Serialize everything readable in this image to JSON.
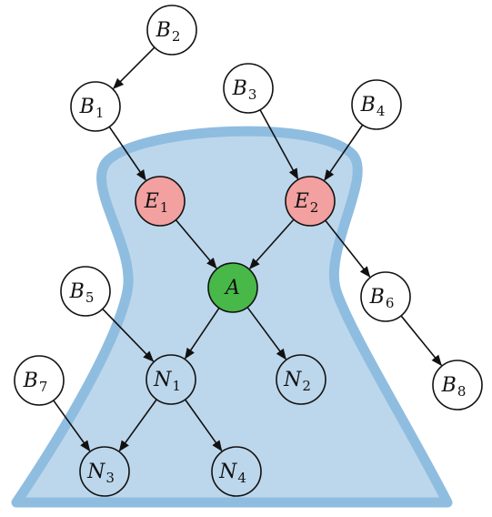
{
  "colors": {
    "region_fill": "#bcd7ec",
    "region_stroke": "#8fbde0",
    "node_default": "#ffffff",
    "node_in_region": "#bcd7ec",
    "node_evidence": "#f2a0a0",
    "node_target": "#48b848",
    "edge": "#111111"
  },
  "nodes": [
    {
      "id": "B2",
      "base": "B",
      "sub": "2",
      "role": "default"
    },
    {
      "id": "B1",
      "base": "B",
      "sub": "1",
      "role": "default"
    },
    {
      "id": "B3",
      "base": "B",
      "sub": "3",
      "role": "default"
    },
    {
      "id": "B4",
      "base": "B",
      "sub": "4",
      "role": "default"
    },
    {
      "id": "E1",
      "base": "E",
      "sub": "1",
      "role": "evidence"
    },
    {
      "id": "E2",
      "base": "E",
      "sub": "2",
      "role": "evidence"
    },
    {
      "id": "A",
      "base": "A",
      "sub": "",
      "role": "target"
    },
    {
      "id": "B5",
      "base": "B",
      "sub": "5",
      "role": "default"
    },
    {
      "id": "B6",
      "base": "B",
      "sub": "6",
      "role": "default"
    },
    {
      "id": "N1",
      "base": "N",
      "sub": "1",
      "role": "in_region"
    },
    {
      "id": "N2",
      "base": "N",
      "sub": "2",
      "role": "in_region"
    },
    {
      "id": "B7",
      "base": "B",
      "sub": "7",
      "role": "default"
    },
    {
      "id": "B8",
      "base": "B",
      "sub": "8",
      "role": "default"
    },
    {
      "id": "N3",
      "base": "N",
      "sub": "3",
      "role": "in_region"
    },
    {
      "id": "N4",
      "base": "N",
      "sub": "4",
      "role": "in_region"
    }
  ],
  "edges": [
    {
      "from": "B2",
      "to": "B1"
    },
    {
      "from": "B1",
      "to": "E1"
    },
    {
      "from": "B3",
      "to": "E2"
    },
    {
      "from": "B4",
      "to": "E2"
    },
    {
      "from": "E1",
      "to": "A"
    },
    {
      "from": "E2",
      "to": "A"
    },
    {
      "from": "E2",
      "to": "B6"
    },
    {
      "from": "B6",
      "to": "B8"
    },
    {
      "from": "A",
      "to": "N1"
    },
    {
      "from": "A",
      "to": "N2"
    },
    {
      "from": "B5",
      "to": "N1"
    },
    {
      "from": "N1",
      "to": "N3"
    },
    {
      "from": "N1",
      "to": "N4"
    },
    {
      "from": "B7",
      "to": "N3"
    }
  ]
}
